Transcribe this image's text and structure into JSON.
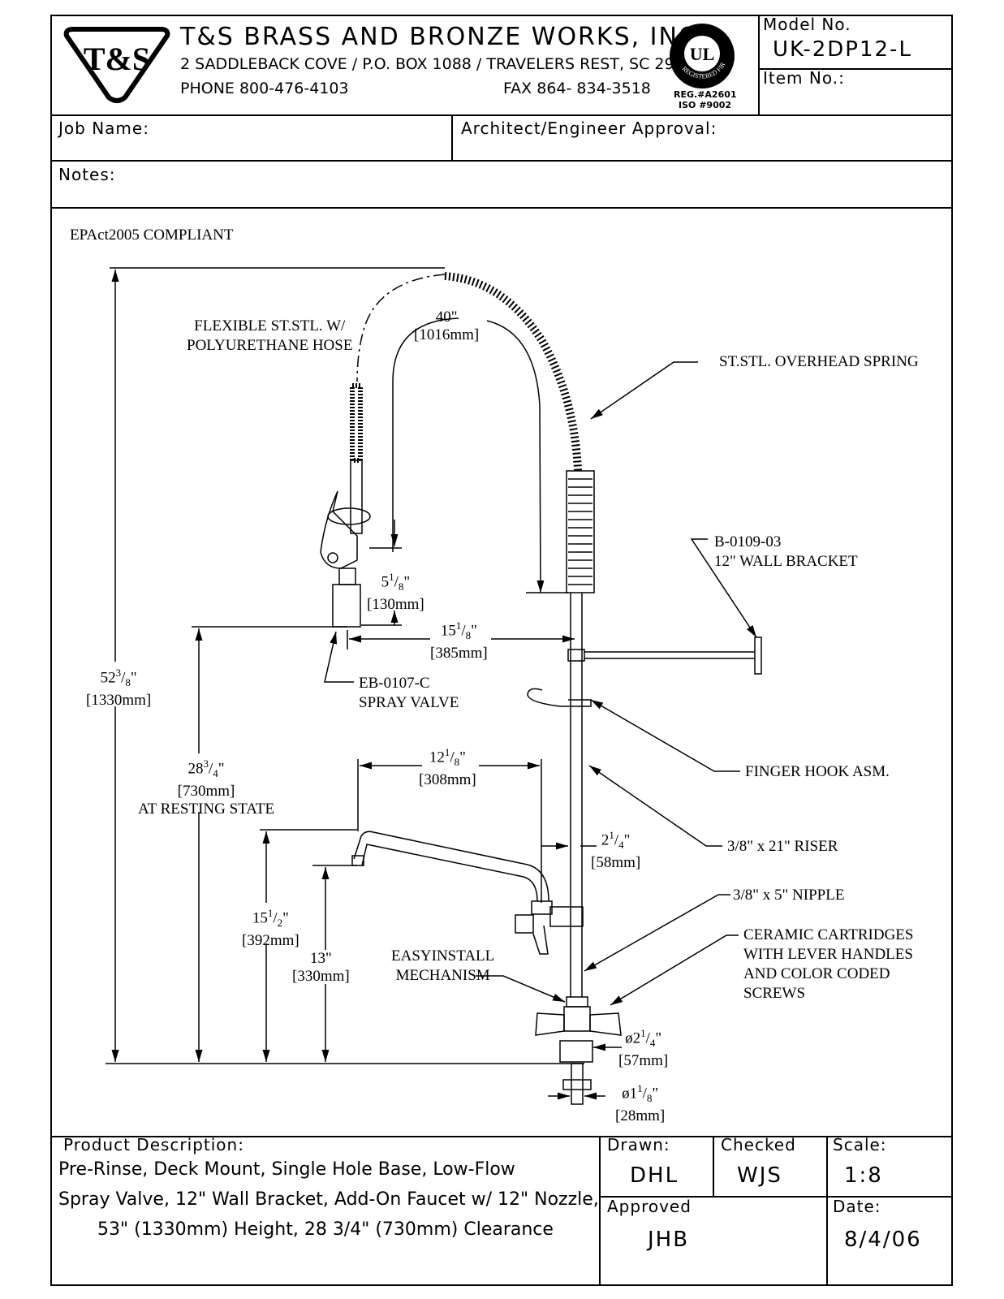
{
  "header": {
    "logo_text": "T&S",
    "company": "T&S BRASS AND BRONZE WORKS, INC.",
    "address": "2 SADDLEBACK COVE / P.O. BOX 1088 / TRAVELERS REST, SC 29690",
    "phone": "PHONE 800-476-4103",
    "fax": "FAX  864- 834-3518",
    "ul_mark": "UL",
    "ul_ring": "REGISTERED FIRM",
    "reg_no": "REG.#A2601",
    "iso_no": "ISO  #9002",
    "model_label": "Model  No.",
    "model_value": "UK-2DP12-L",
    "item_label": "Item  No.:"
  },
  "fields": {
    "job_name_label": "Job  Name:",
    "architect_label": "Architect/Engineer  Approval:",
    "notes_label": "Notes:"
  },
  "drawing": {
    "compliance": "EPAct2005  COMPLIANT",
    "callouts": {
      "hose": [
        "FLEXIBLE ST.STL. W/",
        "POLYURETHANE HOSE"
      ],
      "spring": "ST.STL. OVERHEAD SPRING",
      "bracket": [
        "B-0109-03",
        "12\" WALL BRACKET"
      ],
      "spray_valve": [
        "EB-0107-C",
        "SPRAY VALVE"
      ],
      "finger_hook": "FINGER HOOK ASM.",
      "riser": "3/8\" x 21\" RISER",
      "nipple": "3/8\" x 5\" NIPPLE",
      "cartridges": [
        "CERAMIC CARTRIDGES",
        "WITH LEVER HANDLES",
        "AND COLOR CODED",
        "SCREWS"
      ],
      "easyinstall": [
        "EASYINSTALL",
        "MECHANISM"
      ]
    },
    "dimensions": {
      "hose_len": [
        "40\"",
        "[1016mm]"
      ],
      "valve_drop": [
        "5",
        "1",
        "8",
        "\"",
        "[130mm]"
      ],
      "offset": [
        "15",
        "1",
        "8",
        "\"",
        "[385mm]"
      ],
      "total_height": [
        "52",
        "3",
        "8",
        "\"",
        "[1330mm]"
      ],
      "clearance": [
        "28",
        "3",
        "4",
        "\"",
        "[730mm]",
        "AT RESTING STATE"
      ],
      "nozzle": [
        "12",
        "1",
        "8",
        "\"",
        "[308mm]"
      ],
      "spout_offset": [
        "2",
        "1",
        "4",
        "\"",
        "[58mm]"
      ],
      "spout_height": [
        "15",
        "1",
        "2",
        "\"",
        "[392mm]"
      ],
      "outlet_height": [
        "13\"",
        "[330mm]"
      ],
      "base_dia": [
        "ø2",
        "1",
        "4",
        "\"",
        "[57mm]"
      ],
      "shank_dia": [
        "ø1",
        "1",
        "8",
        "\"",
        "[28mm]"
      ]
    }
  },
  "footer": {
    "product_label": "Product  Description:",
    "description_lines": [
      "Pre-Rinse, Deck Mount, Single Hole Base, Low-Flow",
      "Spray Valve, 12\" Wall Bracket, Add-On Faucet w/ 12\" Nozzle,",
      "53\" (1330mm) Height, 28 3/4\" (730mm) Clearance"
    ],
    "drawn_label": "Drawn:",
    "drawn_value": "DHL",
    "checked_label": "Checked",
    "checked_value": "WJS",
    "scale_label": "Scale:",
    "scale_value": "1:8",
    "approved_label": "Approved",
    "approved_value": "JHB",
    "date_label": "Date:",
    "date_value": "8/4/06"
  }
}
